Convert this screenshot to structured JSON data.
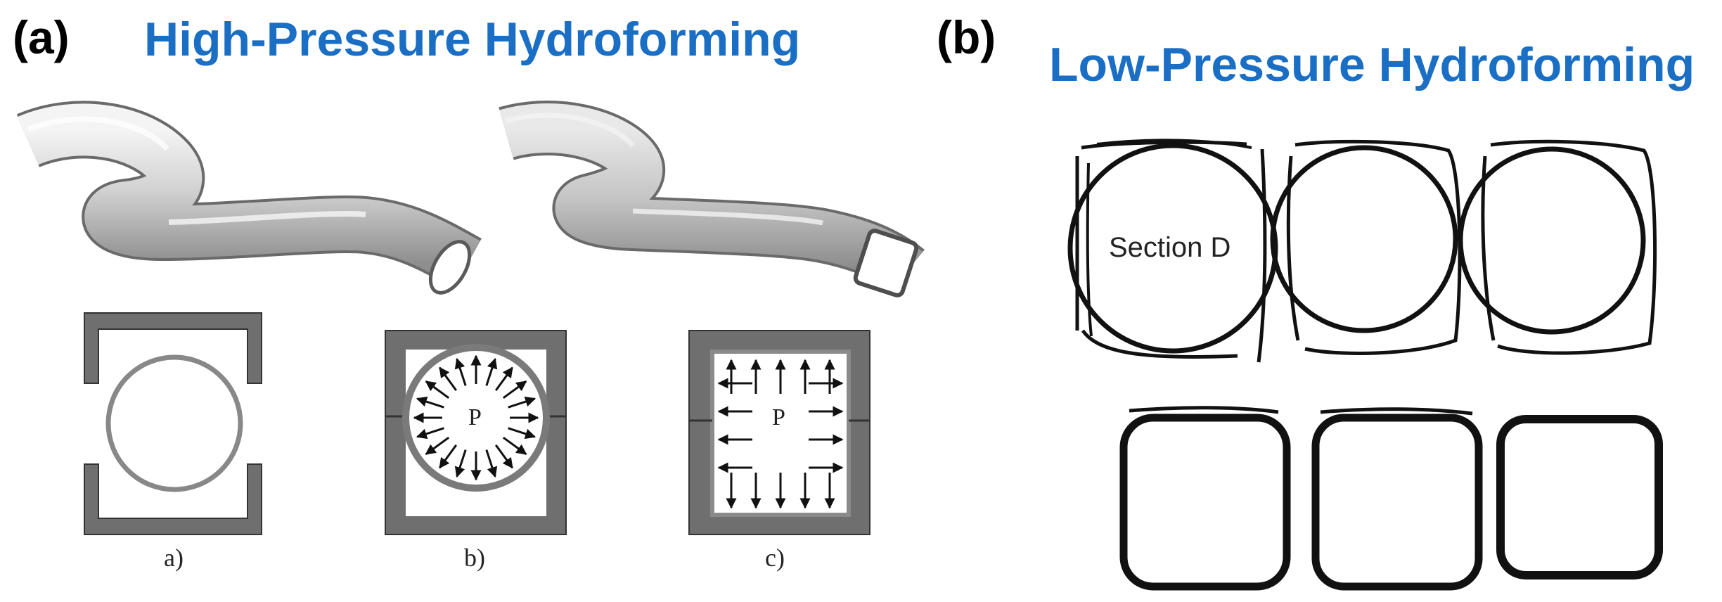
{
  "panel_a": {
    "label": "(a)",
    "title": "High-Pressure Hydroforming",
    "captions": [
      "a)",
      "b)",
      "c)"
    ],
    "pressure_symbol": "P"
  },
  "panel_b": {
    "label": "(b)",
    "title": "Low-Pressure Hydroforming",
    "section_label": "Section D"
  },
  "colors": {
    "title": "#1a6fc4",
    "die_gray": "#6f6f6f",
    "tube_gray": "#b8b8b8",
    "stroke_black": "#111111"
  }
}
